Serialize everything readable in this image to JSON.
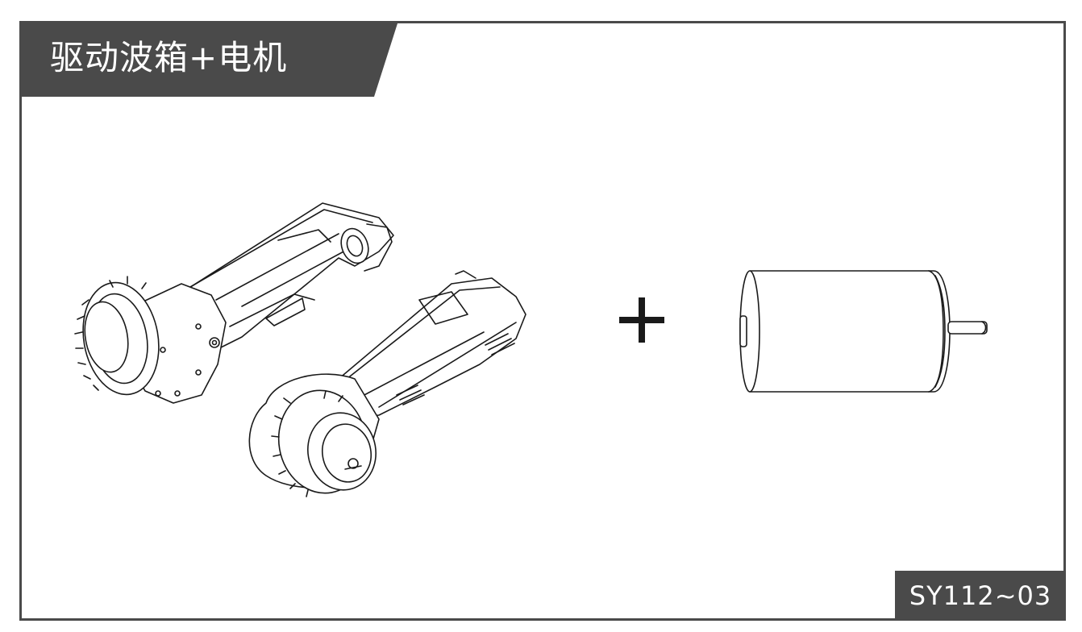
{
  "header": {
    "title": "驱动波箱+电机"
  },
  "footer": {
    "code": "SY112~03"
  },
  "illustrations": {
    "left": "gearbox-pair",
    "operator": "plus",
    "right": "dc-motor"
  },
  "colors": {
    "frame": "#4a4a4a",
    "line": "#1a1a1a",
    "background": "#ffffff"
  }
}
